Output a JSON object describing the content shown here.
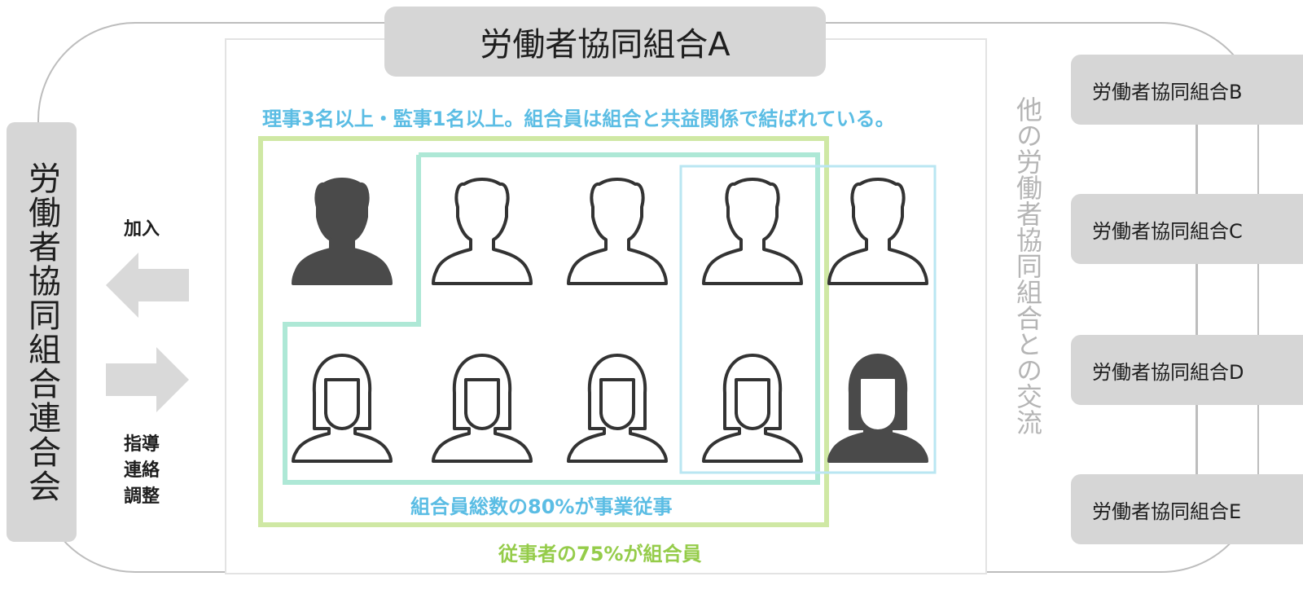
{
  "main_coop": {
    "title": "労働者協同組合A"
  },
  "federation": {
    "label": "労働者協同組合連合会"
  },
  "actions": {
    "join": "加入",
    "support": [
      "指導",
      "連絡",
      "調整"
    ]
  },
  "rules": {
    "officers": "理事3名以上・監事1名以上。組合員は組合と共益関係で結ばれている。",
    "members_engaged": "組合員総数の80%が事業従事",
    "workers_members": "従事者の75%が組合員"
  },
  "exchange": {
    "label": "他の労働者協同組合との交流"
  },
  "other_coops": [
    "労働者協同組合B",
    "労働者協同組合C",
    "労働者協同組合D",
    "労働者協同組合E"
  ],
  "colors": {
    "green_frame": "#cfe8a4",
    "teal_frame": "#aee8d6",
    "blue_frame": "#b9e6f2",
    "filled_person": "#4a4a4a",
    "outline_person": "#333333"
  }
}
